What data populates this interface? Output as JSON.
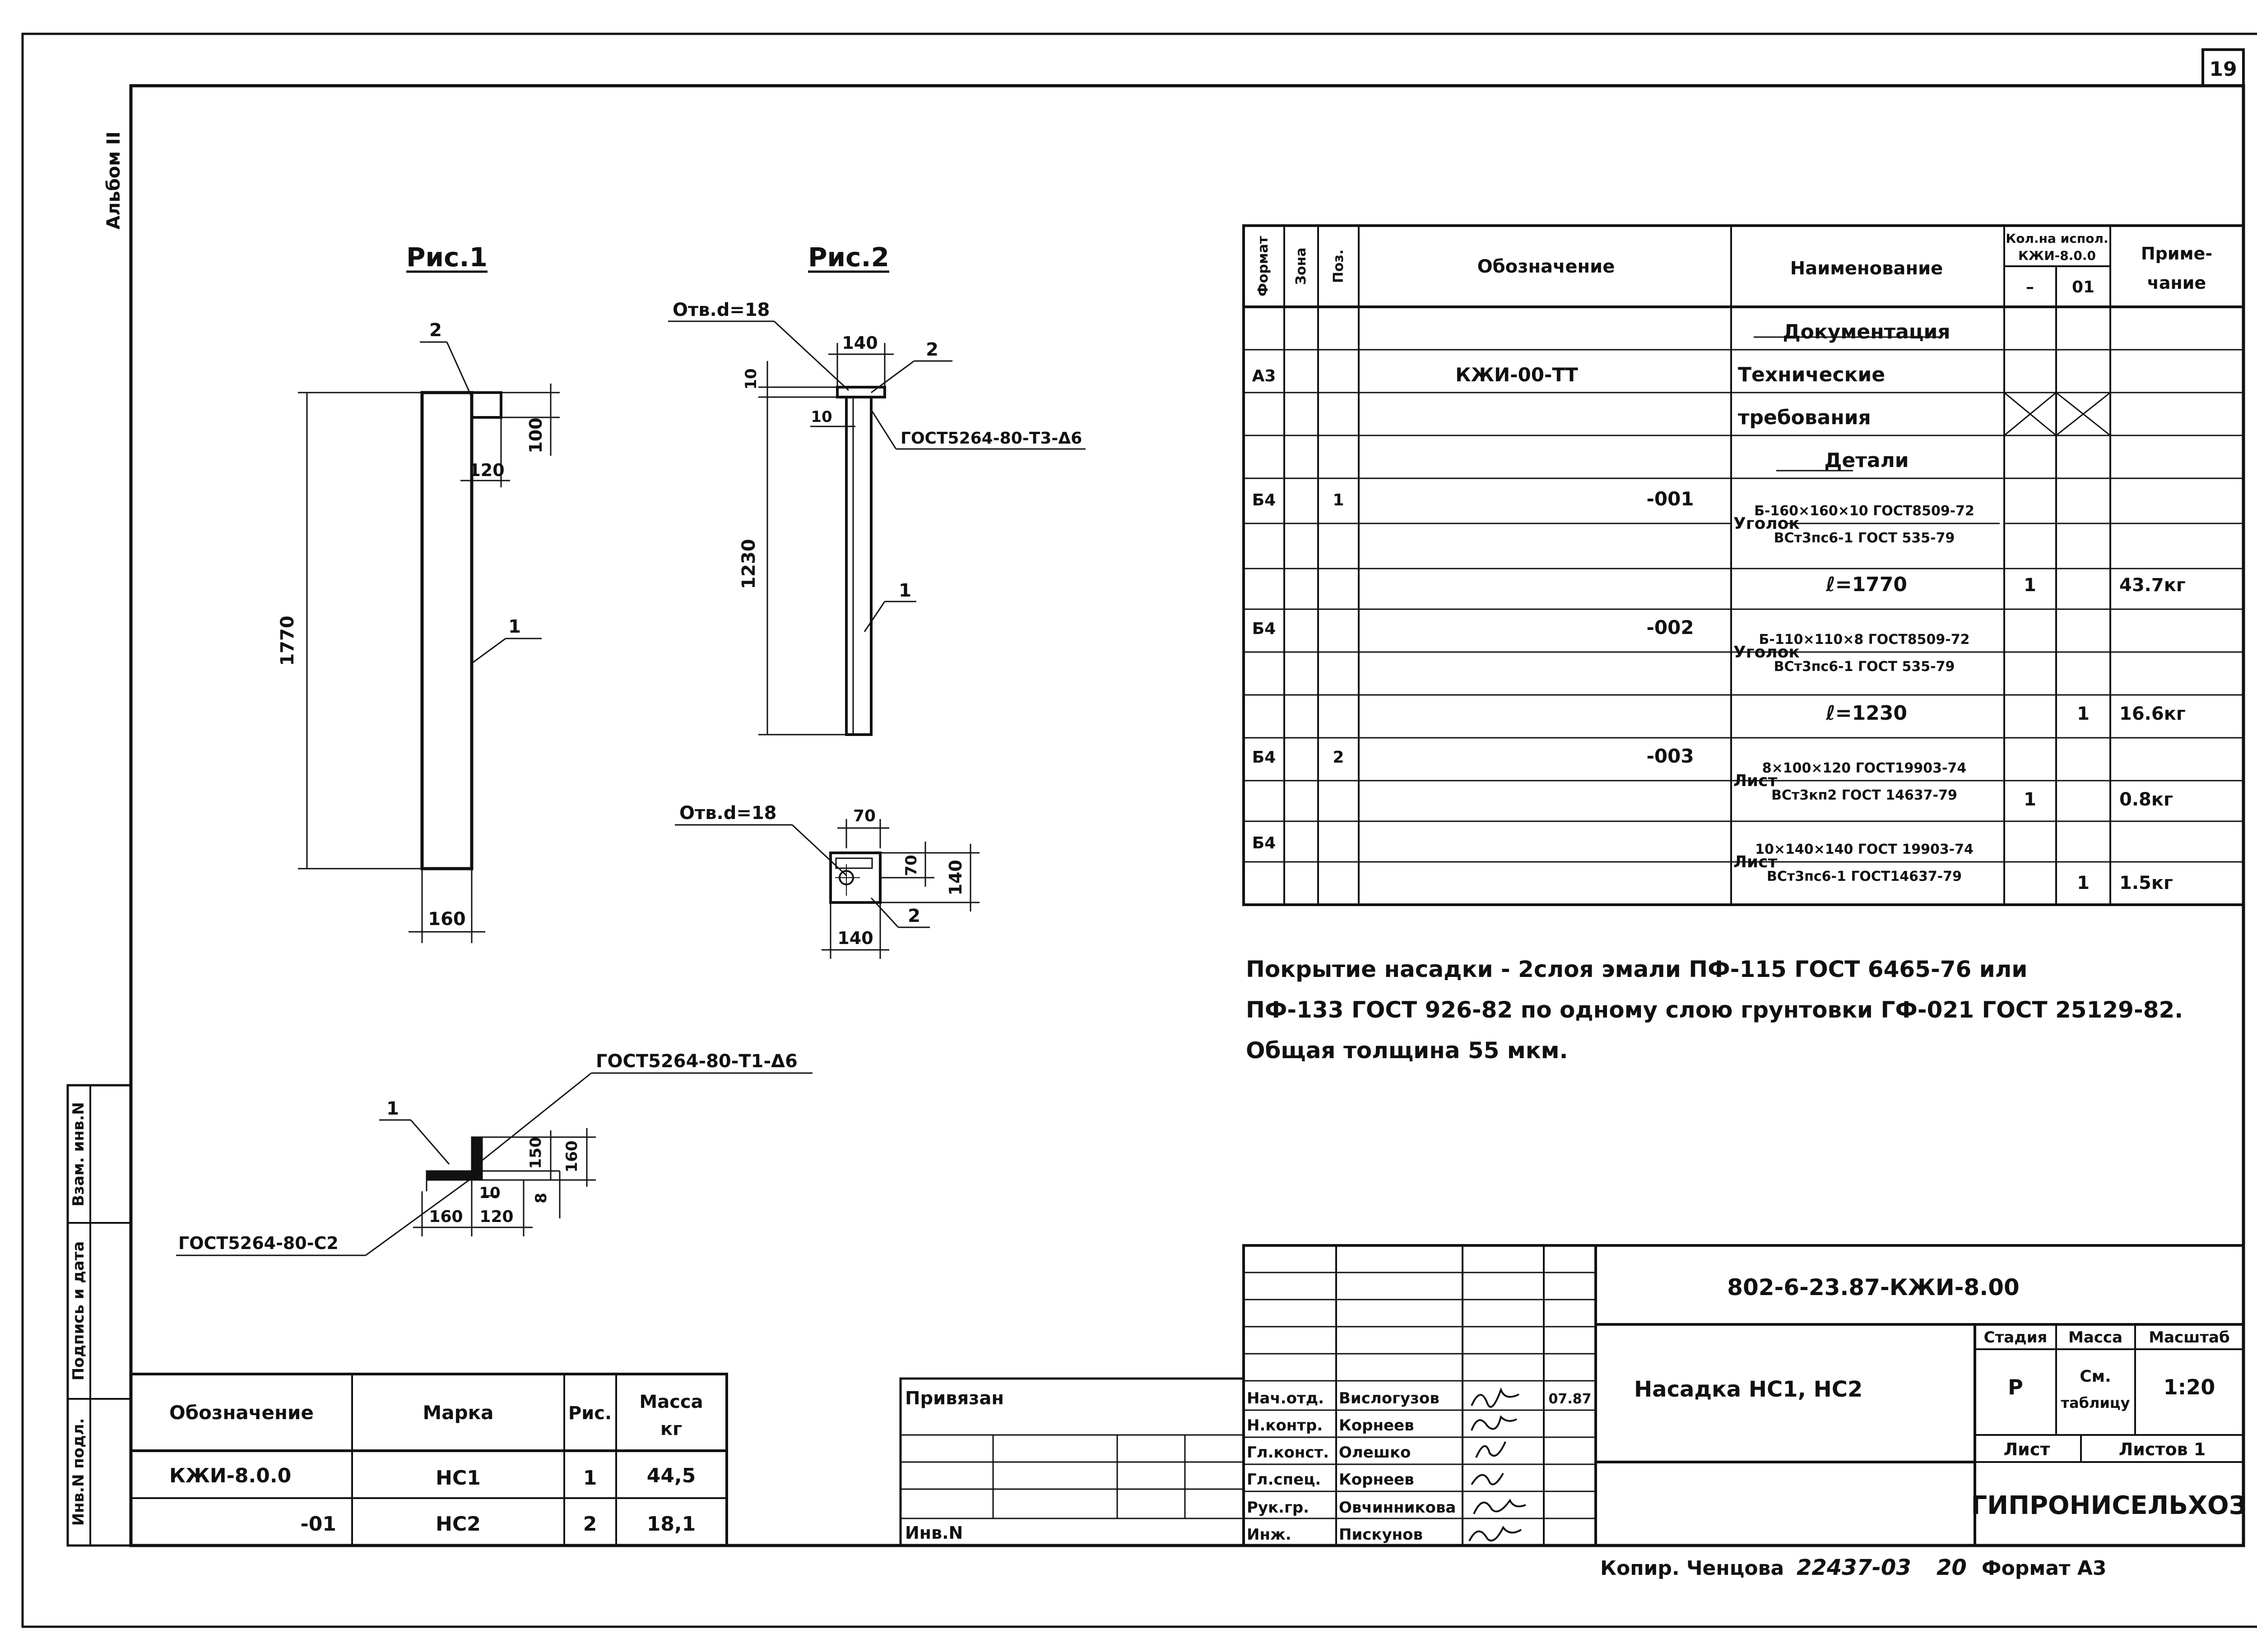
{
  "page_number": "19",
  "album_label": "Альбом II",
  "figures": {
    "fig1": {
      "title": "Рис.1",
      "callouts": [
        "2",
        "1"
      ],
      "dims": [
        "1770",
        "100",
        "120",
        "160"
      ]
    },
    "fig2": {
      "title": "Рис.2",
      "hole_label": "Отв.d=18",
      "callouts": [
        "2",
        "1"
      ],
      "weld_label": "ГОСТ5264-80-Т3-Δ6",
      "dims": [
        "140",
        "10",
        "10",
        "1230"
      ]
    },
    "plate": {
      "hole_label": "Отв.d=18",
      "callout": "2",
      "dims": [
        "70",
        "70",
        "140",
        "140"
      ]
    },
    "section": {
      "callout": "1",
      "weld_top": "ГОСТ5264-80-Т1-Δ6",
      "weld_bottom": "ГОСТ5264-80-С2",
      "dims": [
        "150",
        "160",
        "10",
        "8",
        "160",
        "120"
      ]
    }
  },
  "spec": {
    "headers": {
      "format": "Формат",
      "zone": "Зона",
      "pos": "Поз.",
      "designation": "Обозначение",
      "name": "Наименование",
      "qty_top": "Кол.на испол.",
      "qty_mid": "КЖИ-8.0.0",
      "qty_a": "–",
      "qty_b": "01",
      "note_1": "Приме-",
      "note_2": "чание"
    },
    "rows": [
      {
        "format": "",
        "pos": "",
        "des": "",
        "name": "Документация",
        "q1": "",
        "q2": "",
        "note": ""
      },
      {
        "format": "А3",
        "pos": "",
        "des": "КЖИ-00-ТТ",
        "name": "Технические",
        "q1": "",
        "q2": "",
        "note": ""
      },
      {
        "format": "",
        "pos": "",
        "des": "",
        "name": "требования",
        "q1": "",
        "q2": "",
        "note": ""
      },
      {
        "format": "",
        "pos": "",
        "des": "",
        "name": "Детали",
        "q1": "",
        "q2": "",
        "note": ""
      },
      {
        "format": "Б4",
        "pos": "1",
        "des": "-001",
        "name": "",
        "q1": "",
        "q2": "",
        "note": ""
      },
      {
        "format": "",
        "pos": "",
        "des": "",
        "name": "ℓ=1770",
        "q1": "1",
        "q2": "",
        "note": "43.7кг"
      },
      {
        "format": "Б4",
        "pos": "",
        "des": "-002",
        "name": "",
        "q1": "",
        "q2": "",
        "note": ""
      },
      {
        "format": "",
        "pos": "",
        "des": "",
        "name": "",
        "q1": "",
        "q2": "",
        "note": ""
      },
      {
        "format": "",
        "pos": "",
        "des": "",
        "name": "ℓ=1230",
        "q1": "",
        "q2": "1",
        "note": "16.6кг"
      },
      {
        "format": "Б4",
        "pos": "2",
        "des": "-003",
        "name": "",
        "q1": "",
        "q2": "",
        "note": ""
      },
      {
        "format": "",
        "pos": "",
        "des": "",
        "name": "",
        "q1": "1",
        "q2": "",
        "note": "0.8кг"
      },
      {
        "format": "Б4",
        "pos": "",
        "des": "",
        "name": "",
        "q1": "",
        "q2": "",
        "note": ""
      },
      {
        "format": "",
        "pos": "",
        "des": "",
        "name": "",
        "q1": "",
        "q2": "1",
        "note": "1.5кг"
      }
    ],
    "fractions": [
      {
        "prefix": "Уголок",
        "top": "Б-160×160×10 ГОСТ8509-72",
        "bottom": "ВСт3пс6-1 ГОСТ 535-79"
      },
      {
        "prefix": "Уголок",
        "top": "Б-110×110×8 ГОСТ8509-72",
        "bottom": "ВСт3пс6-1 ГОСТ 535-79"
      },
      {
        "prefix": "Лист",
        "top": "8×100×120 ГОСТ19903-74",
        "bottom": "ВСт3кп2 ГОСТ 14637-79"
      },
      {
        "prefix": "Лист",
        "top": "10×140×140 ГОСТ 19903-74",
        "bottom": "ВСт3пс6-1 ГОСТ14637-79"
      }
    ]
  },
  "notes": [
    "Покрытие насадки - 2слоя эмали ПФ-115 ГОСТ 6465-76 или",
    "ПФ-133 ГОСТ 926-82 по одному слою грунтовки ГФ-021 ГОСТ 25129-82.",
    "Общая толщина 55 мкм."
  ],
  "marks_table": {
    "headers": [
      "Обозначение",
      "Марка",
      "Рис.",
      "Масса",
      "кг"
    ],
    "rows": [
      [
        "КЖИ-8.0.0",
        "НС1",
        "1",
        "44,5"
      ],
      [
        "-01",
        "НС2",
        "2",
        "18,1"
      ]
    ]
  },
  "side_stamp": [
    "Инв.N подл.",
    "Подпись и дата",
    "Взам. инв.N"
  ],
  "privyazan": {
    "label": "Привязан",
    "inv": "Инв.N"
  },
  "title_block": {
    "code": "802-6-23.87-КЖИ-8.00",
    "title": "Насадка НС1, НС2",
    "stage_h": "Стадия",
    "mass_h": "Масса",
    "scale_h": "Масштаб",
    "stage": "Р",
    "mass_1": "См.",
    "mass_2": "таблицу",
    "scale": "1:20",
    "sheet": "Лист",
    "sheets": "Листов 1",
    "org": "ГИПРОНИСЕЛЬХОЗ",
    "date": "07.87",
    "people": [
      [
        "Нач.отд.",
        "Вислогузов"
      ],
      [
        "Н.контр.",
        "Корнеев"
      ],
      [
        "Гл.конст.",
        "Олешко"
      ],
      [
        "Гл.спец.",
        "Корнеев"
      ],
      [
        "Рук.гр.",
        "Овчинникова"
      ],
      [
        "Инж.",
        "Пискунов"
      ]
    ]
  },
  "footer": {
    "copy": "Копир. Ченцова",
    "number": "22437-03",
    "sheet_n": "20",
    "format": "Формат А3"
  }
}
